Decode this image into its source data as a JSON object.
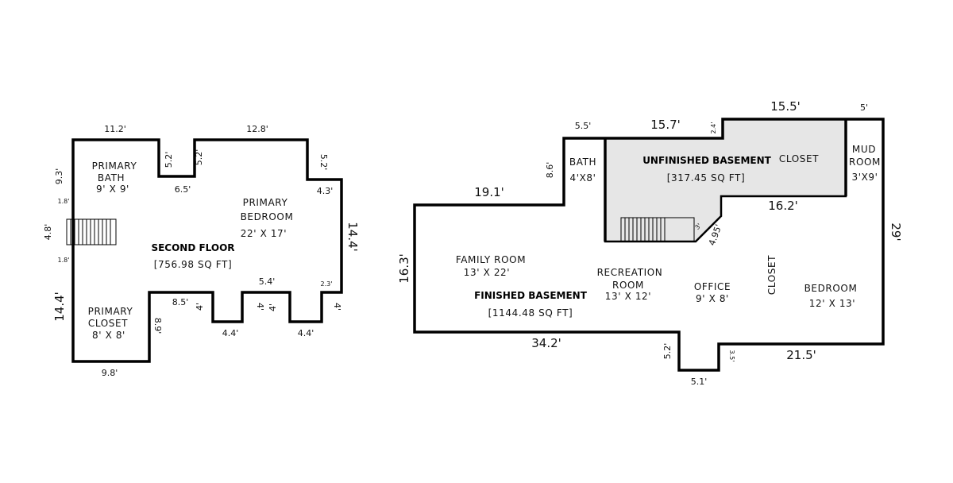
{
  "second_floor": {
    "title": "SECOND FLOOR",
    "area": "[756.98 SQ FT]",
    "rooms": {
      "primary_bath": {
        "name_1": "PRIMARY",
        "name_2": "BATH",
        "size": "9' X 9'"
      },
      "primary_bedroom": {
        "name_1": "PRIMARY",
        "name_2": "BEDROOM",
        "size": "22' X 17'"
      },
      "primary_closet": {
        "name_1": "PRIMARY",
        "name_2": "CLOSET",
        "size": "8' X 8'"
      }
    },
    "dims": {
      "top_left": "11.2'",
      "top_right": "12.8'",
      "notch_left": "5.2'",
      "notch_right": "5.2'",
      "notch_bottom": "6.5'",
      "right_step": "5.2'",
      "right_step_h": "4.3'",
      "right": "14.4'",
      "left_upper": "9.3'",
      "left_stair_top": "1.8'",
      "left_stair": "4.8'",
      "left_stair_bottom": "1.8'",
      "left_lower": "14.4'",
      "bottom_closet": "9.8'",
      "closet_right": "8.9'",
      "closet_top": "8.5'",
      "bump1_left": "4'",
      "bump1_bottom": "4.4'",
      "bump1_right": "4'",
      "mid_top": "5.4'",
      "bump2_left": "4'",
      "bump2_bottom": "4.4'",
      "bump2_right": "4'",
      "right_small": "2.3'"
    }
  },
  "basement": {
    "finished_title": "FINISHED BASEMENT",
    "finished_area": "[1144.48 SQ FT]",
    "unfinished_title": "UNFINISHED BASEMENT",
    "unfinished_area": "[317.45 SQ FT]",
    "rooms": {
      "bath": {
        "name": "BATH",
        "size": "4'X8'"
      },
      "closet_top": {
        "name": "CLOSET"
      },
      "mud_room": {
        "name_1": "MUD",
        "name_2": "ROOM",
        "size": "3'X9'"
      },
      "family_room": {
        "name": "FAMILY ROOM",
        "size": "13' X 22'"
      },
      "recreation_room": {
        "name_1": "RECREATION",
        "name_2": "ROOM",
        "size": "13' X 12'"
      },
      "office": {
        "name": "OFFICE",
        "size": "9' X 8'"
      },
      "closet_vertical": {
        "name": "CLOSET"
      },
      "bedroom": {
        "name": "BEDROOM",
        "size": "12' X 13'"
      }
    },
    "dims": {
      "left_top": "19.1'",
      "bath_left": "8.6'",
      "bath_top": "5.5'",
      "unf_top_left": "15.7'",
      "unf_step": "2.4'",
      "unf_top_right": "15.5'",
      "mud_top": "5'",
      "unf_bottom": "16.2'",
      "right": "29'",
      "left": "16.3'",
      "bottom_left": "34.2'",
      "notch_left": "5.2'",
      "notch_bottom": "5.1'",
      "notch_right": "3.5'",
      "bottom_right": "21.5'",
      "stair_small": "3'",
      "stair_diag": "4.95'"
    }
  }
}
